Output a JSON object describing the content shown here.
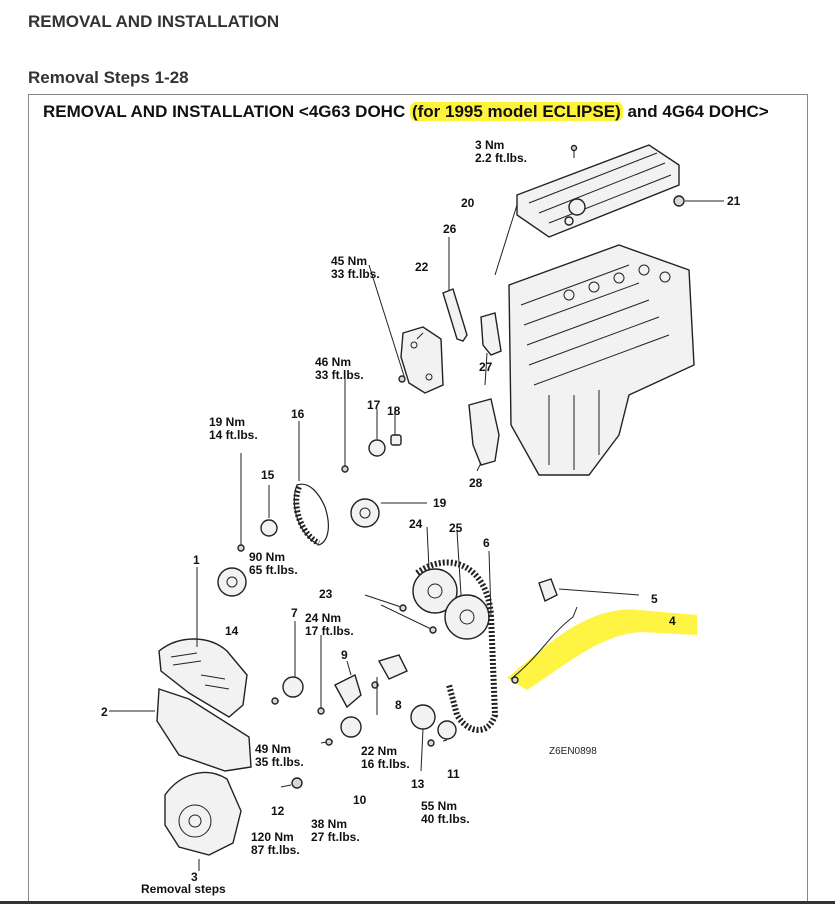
{
  "page": {
    "heading": "REMOVAL AND INSTALLATION",
    "subheading": "Removal Steps 1-28"
  },
  "figure": {
    "title_before": "REMOVAL AND INSTALLATION <4G63 DOHC ",
    "title_highlight": "(for 1995 model ECLIPSE)",
    "title_after": " and 4G64 DOHC>",
    "highlight_color": "#fff23a",
    "image_code": "Z6EN0898",
    "footer_caption": "Removal steps"
  },
  "torque_specs": [
    {
      "id": "t1",
      "nm": "3 Nm",
      "ftlbs": "2.2 ft.lbs."
    },
    {
      "id": "t2",
      "nm": "45 Nm",
      "ftlbs": "33 ft.lbs."
    },
    {
      "id": "t3",
      "nm": "46 Nm",
      "ftlbs": "33 ft.lbs."
    },
    {
      "id": "t4",
      "nm": "19 Nm",
      "ftlbs": "14 ft.lbs."
    },
    {
      "id": "t5",
      "nm": "90 Nm",
      "ftlbs": "65 ft.lbs."
    },
    {
      "id": "t6",
      "nm": "24 Nm",
      "ftlbs": "17 ft.lbs."
    },
    {
      "id": "t7",
      "nm": "49 Nm",
      "ftlbs": "35 ft.lbs."
    },
    {
      "id": "t8",
      "nm": "22 Nm",
      "ftlbs": "16 ft.lbs."
    },
    {
      "id": "t9",
      "nm": "55 Nm",
      "ftlbs": "40 ft.lbs."
    },
    {
      "id": "t10",
      "nm": "38 Nm",
      "ftlbs": "27 ft.lbs."
    },
    {
      "id": "t11",
      "nm": "120 Nm",
      "ftlbs": "87 ft.lbs."
    }
  ],
  "part_numbers": [
    "1",
    "2",
    "3",
    "4",
    "5",
    "6",
    "7",
    "8",
    "9",
    "10",
    "11",
    "12",
    "13",
    "14",
    "15",
    "16",
    "17",
    "18",
    "19",
    "20",
    "21",
    "22",
    "23",
    "24",
    "25",
    "26",
    "27",
    "28"
  ]
}
